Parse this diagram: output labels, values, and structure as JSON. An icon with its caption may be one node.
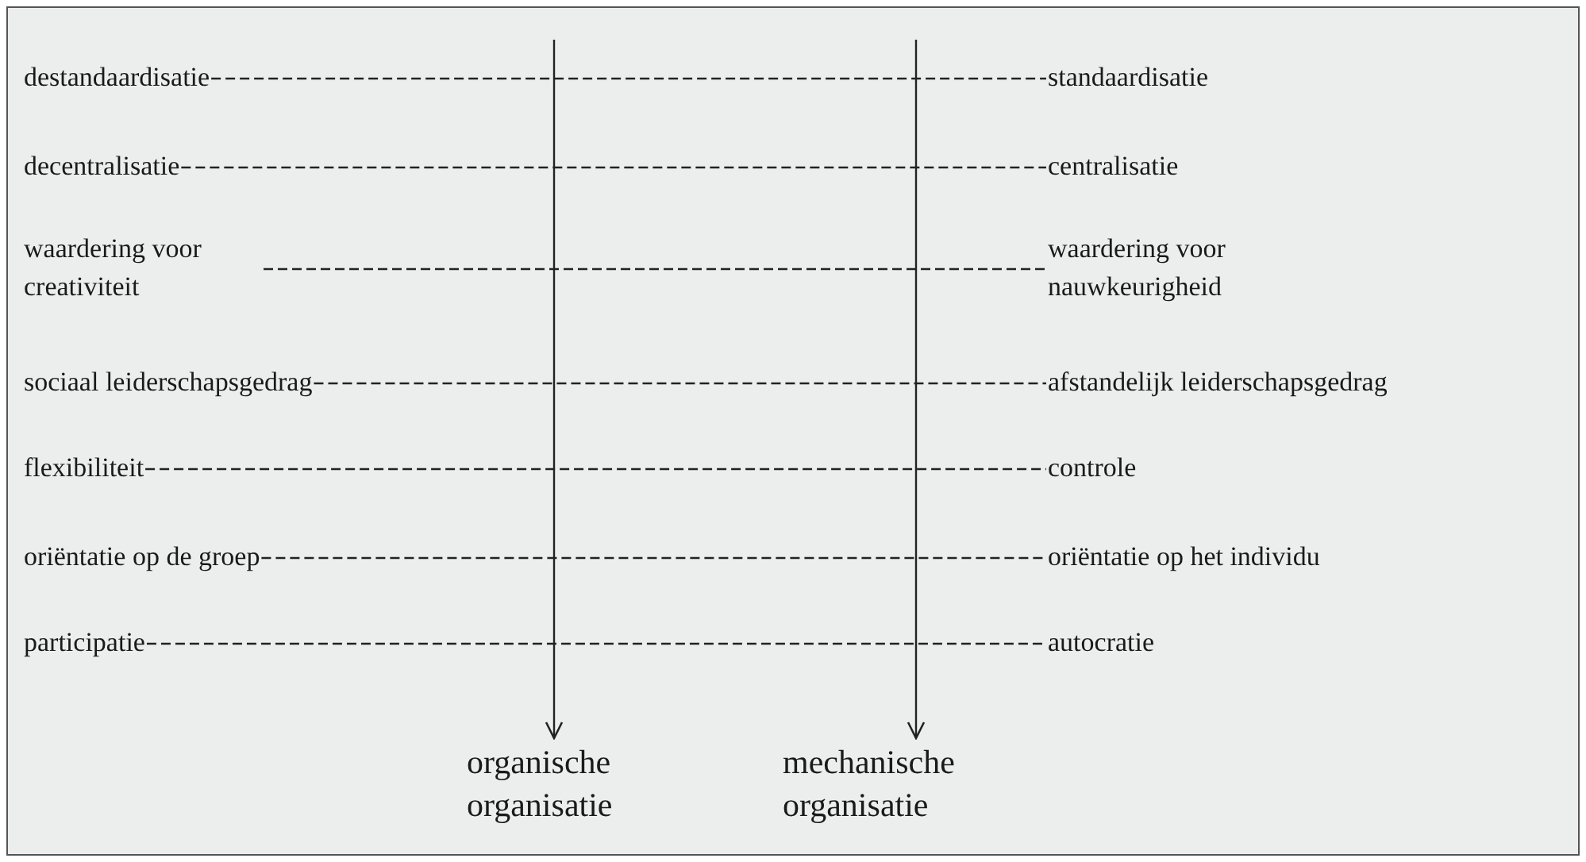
{
  "diagram": {
    "nodes": [
      {
        "text": [
          "destandaardisatie"
        ]
      },
      {
        "text": [
          "standaardisatie"
        ]
      },
      {
        "text": [
          "decentralisatie"
        ]
      },
      {
        "text": [
          "centralisatie"
        ]
      },
      {
        "text": [
          "waardering voor creativiteit"
        ]
      },
      {
        "text": [
          "waardering voor nauwkeurigheid"
        ]
      },
      {
        "text": [
          "sociaal leiderschapsgedrag"
        ]
      },
      {
        "text": [
          "afstandelijk leiderschapsgedrag"
        ]
      },
      {
        "text": [
          "flexibiliteit"
        ]
      },
      {
        "text": [
          "controle"
        ]
      },
      {
        "text": [
          "oriëntatie op de groep"
        ]
      },
      {
        "text": [
          "oriëntatie op het individu"
        ]
      },
      {
        "text": [
          "participatie"
        ]
      },
      {
        "text": [
          "autocratie"
        ]
      },
      {
        "text": [
          "organische organisatie"
        ]
      },
      {
        "text": [
          "mechanische organisatie"
        ]
      }
    ],
    "edges": [
      {
        "from": 0,
        "to": 1,
        "arrow": "none",
        "style": "dashed"
      },
      {
        "from": 2,
        "to": 3,
        "arrow": "none",
        "style": "dashed"
      },
      {
        "from": 4,
        "to": 5,
        "arrow": "none",
        "style": "dashed"
      },
      {
        "from": 6,
        "to": 7,
        "arrow": "none",
        "style": "dashed"
      },
      {
        "from": 8,
        "to": 9,
        "arrow": "none",
        "style": "dashed"
      },
      {
        "from": 10,
        "to": 11,
        "arrow": "none",
        "style": "dashed"
      },
      {
        "from": 12,
        "to": 13,
        "arrow": "none",
        "style": "dashed"
      },
      {
        "from": null,
        "to": 14,
        "arrow": "to"
      },
      {
        "from": null,
        "to": 15,
        "arrow": "to"
      }
    ]
  }
}
